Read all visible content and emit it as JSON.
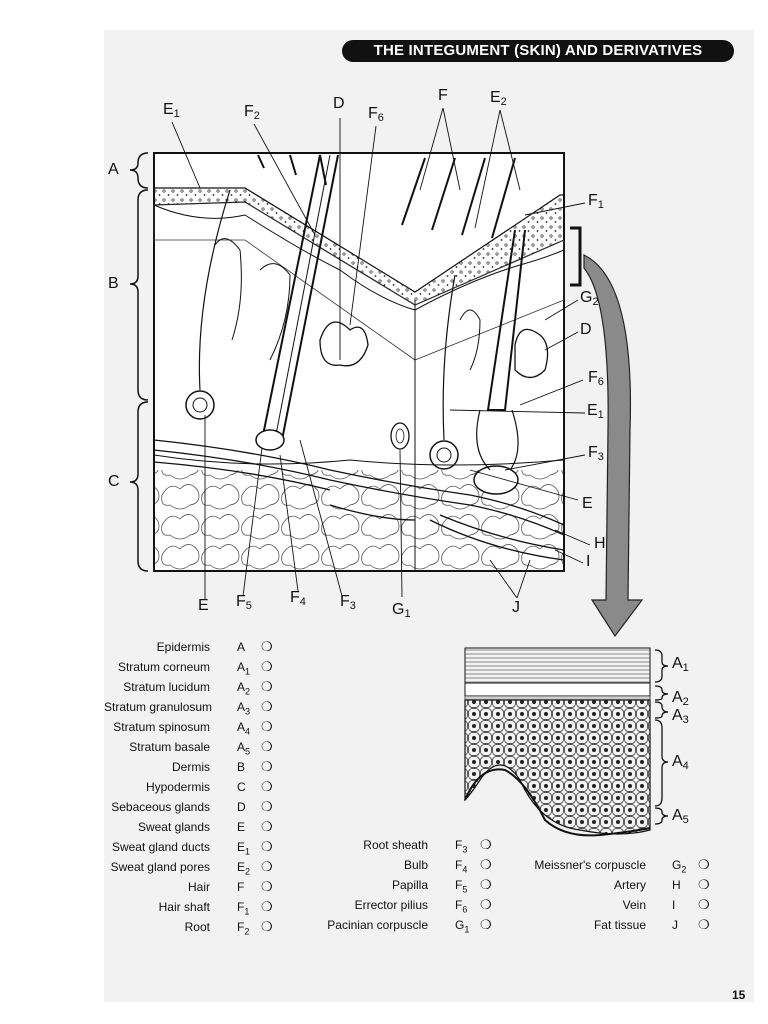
{
  "title": "THE INTEGUMENT (SKIN) AND DERIVATIVES",
  "page_number": "15",
  "check_mark": "❍",
  "diagram_labels": {
    "top": [
      {
        "letter": "E",
        "sub": "1"
      },
      {
        "letter": "F",
        "sub": "2"
      },
      {
        "letter": "D",
        "sub": ""
      },
      {
        "letter": "F",
        "sub": "6"
      },
      {
        "letter": "F",
        "sub": ""
      },
      {
        "letter": "E",
        "sub": "2"
      }
    ],
    "left": [
      {
        "letter": "A",
        "sub": ""
      },
      {
        "letter": "B",
        "sub": ""
      },
      {
        "letter": "C",
        "sub": ""
      }
    ],
    "right": [
      {
        "letter": "F",
        "sub": "1"
      },
      {
        "letter": "G",
        "sub": "2"
      },
      {
        "letter": "D",
        "sub": ""
      },
      {
        "letter": "F",
        "sub": "6"
      },
      {
        "letter": "E",
        "sub": "1"
      },
      {
        "letter": "F",
        "sub": "3"
      },
      {
        "letter": "E",
        "sub": ""
      },
      {
        "letter": "H",
        "sub": ""
      },
      {
        "letter": "I",
        "sub": ""
      }
    ],
    "bottom": [
      {
        "letter": "E",
        "sub": ""
      },
      {
        "letter": "F",
        "sub": "5"
      },
      {
        "letter": "F",
        "sub": "4"
      },
      {
        "letter": "F",
        "sub": "3"
      },
      {
        "letter": "G",
        "sub": "1"
      },
      {
        "letter": "J",
        "sub": ""
      }
    ],
    "layers": [
      {
        "letter": "A",
        "sub": "1"
      },
      {
        "letter": "A",
        "sub": "2"
      },
      {
        "letter": "A",
        "sub": "3"
      },
      {
        "letter": "A",
        "sub": "4"
      },
      {
        "letter": "A",
        "sub": "5"
      }
    ]
  },
  "legend": {
    "col1": [
      {
        "name": "Epidermis",
        "letter": "A",
        "sub": ""
      },
      {
        "name": "Stratum corneum",
        "letter": "A",
        "sub": "1"
      },
      {
        "name": "Stratum lucidum",
        "letter": "A",
        "sub": "2"
      },
      {
        "name": "Stratum granulosum",
        "letter": "A",
        "sub": "3"
      },
      {
        "name": "Stratum spinosum",
        "letter": "A",
        "sub": "4"
      },
      {
        "name": "Stratum basale",
        "letter": "A",
        "sub": "5"
      },
      {
        "name": "Dermis",
        "letter": "B",
        "sub": ""
      },
      {
        "name": "Hypodermis",
        "letter": "C",
        "sub": ""
      },
      {
        "name": "Sebaceous glands",
        "letter": "D",
        "sub": ""
      },
      {
        "name": "Sweat glands",
        "letter": "E",
        "sub": ""
      },
      {
        "name": "Sweat gland ducts",
        "letter": "E",
        "sub": "1"
      },
      {
        "name": "Sweat gland pores",
        "letter": "E",
        "sub": "2"
      },
      {
        "name": "Hair",
        "letter": "F",
        "sub": ""
      },
      {
        "name": "Hair shaft",
        "letter": "F",
        "sub": "1"
      },
      {
        "name": "Root",
        "letter": "F",
        "sub": "2"
      }
    ],
    "col2": [
      {
        "name": "Root sheath",
        "letter": "F",
        "sub": "3"
      },
      {
        "name": "Bulb",
        "letter": "F",
        "sub": "4"
      },
      {
        "name": "Papilla",
        "letter": "F",
        "sub": "5"
      },
      {
        "name": "Errector pilius",
        "letter": "F",
        "sub": "6"
      },
      {
        "name": "Pacinian corpuscle",
        "letter": "G",
        "sub": "1"
      }
    ],
    "col3": [
      {
        "name": "Meissner's corpuscle",
        "letter": "G",
        "sub": "2"
      },
      {
        "name": "Artery",
        "letter": "H",
        "sub": ""
      },
      {
        "name": "Vein",
        "letter": "I",
        "sub": ""
      },
      {
        "name": "Fat tissue",
        "letter": "J",
        "sub": ""
      }
    ]
  }
}
